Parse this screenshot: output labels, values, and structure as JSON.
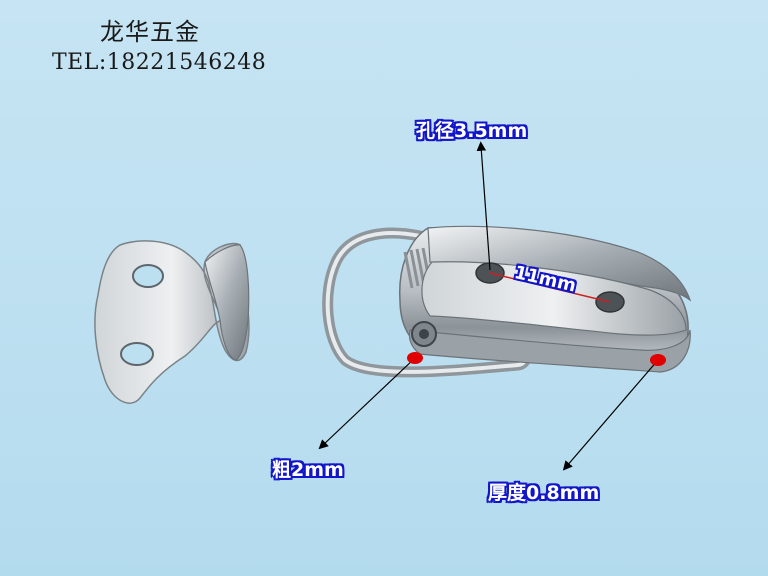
{
  "header": {
    "brand": "龙华五金",
    "tel": "TEL:18221546248"
  },
  "annotations": {
    "hole_diameter": "孔径3.5mm",
    "hole_spacing": "11mm",
    "wire_thickness": "粗2mm",
    "sheet_thickness": "厚度0.8mm"
  },
  "colors": {
    "background": "#bde0f1",
    "label_outline": "#1216c8",
    "marker_dot": "#e00000",
    "hole_line": "#cc2020"
  }
}
